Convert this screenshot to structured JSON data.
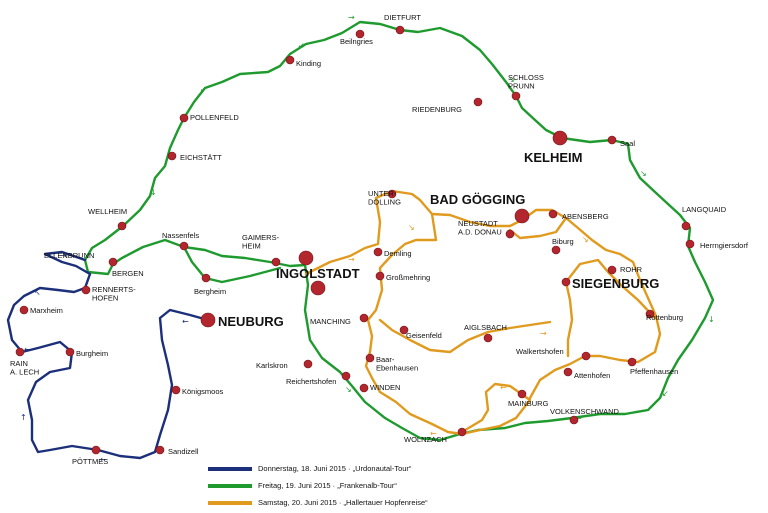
{
  "colors": {
    "tour_blue": "#1b2f7a",
    "tour_green": "#1e9a2e",
    "tour_orange": "#e09a1e",
    "town_marker": "#b3262d"
  },
  "places": {
    "dietfurt": "DIETFURT",
    "beilngries": "Beilngries",
    "kinding": "Kinding",
    "schloss_prunn": "SCHLOSS\nPRUNN",
    "riedenburg": "RIEDENBURG",
    "pollenfeld": "POLLENFELD",
    "kelheim": "KELHEIM",
    "saal": "Saal",
    "eichstaett": "EICHSTÄTT",
    "wellheim": "WELLHEIM",
    "unterdolling": "UNTER-\nDOLLING",
    "bad_goegging": "BAD GÖGGING",
    "neustadt": "NEUSTADT\nA.D. DONAU",
    "abensberg": "ABENSBERG",
    "langquaid": "LANGQUAID",
    "nassenfels": "Nassenfels",
    "gaimersheim": "GAIMERS-\nHEIM",
    "ellenbrunn": "ELLENBRUNN",
    "bergen": "BERGEN",
    "herrngiersdorf": "Herrngiersdorf",
    "biburg": "Biburg",
    "ingolstadt": "INGOLSTADT",
    "demling": "Demling",
    "grossmehring": "Großmehring",
    "siegenburg": "SIEGENBURG",
    "rohr": "ROHR",
    "rennertshofen": "RENNERTS-\nHOFEN",
    "bergheim": "Bergheim",
    "marxheim": "Marxheim",
    "neuburg": "NEUBURG",
    "manching": "MANCHING",
    "aiglsbach": "AIGLSBACH",
    "geisenfeld": "Geisenfeld",
    "rottenburg": "Rottenburg",
    "burgheim": "Burgheim",
    "rain": "RAIN\nA. LECH",
    "karlskron": "Karlskron",
    "baar_ebenhausen": "Baar-\nEbenhausen",
    "walkertshofen": "Walkertshofen",
    "reichertshofen": "Reichertshofen",
    "winden": "WINDEN",
    "attenhofen": "Attenhofen",
    "pfeffenhausen": "Pfeffenhausen",
    "koenigsmoos": "Königsmoos",
    "mainburg": "MAINBURG",
    "volkenschwand": "VOLKENSCHWAND",
    "sandizell": "Sandizell",
    "wolnzach": "WOLNZACH",
    "poettmes": "PÖTTMES"
  },
  "legend": [
    {
      "label": "Donnerstag, 18. Juni 2015 · „Urdonautal-Tour“",
      "color": "#1b2f7a"
    },
    {
      "label": "Freitag, 19. Juni 2015 · „Frankenalb-Tour“",
      "color": "#1e9a2e"
    },
    {
      "label": "Samstag, 20. Juni 2015 · „Hallertauer Hopfenreise“",
      "color": "#e09a1e"
    }
  ]
}
